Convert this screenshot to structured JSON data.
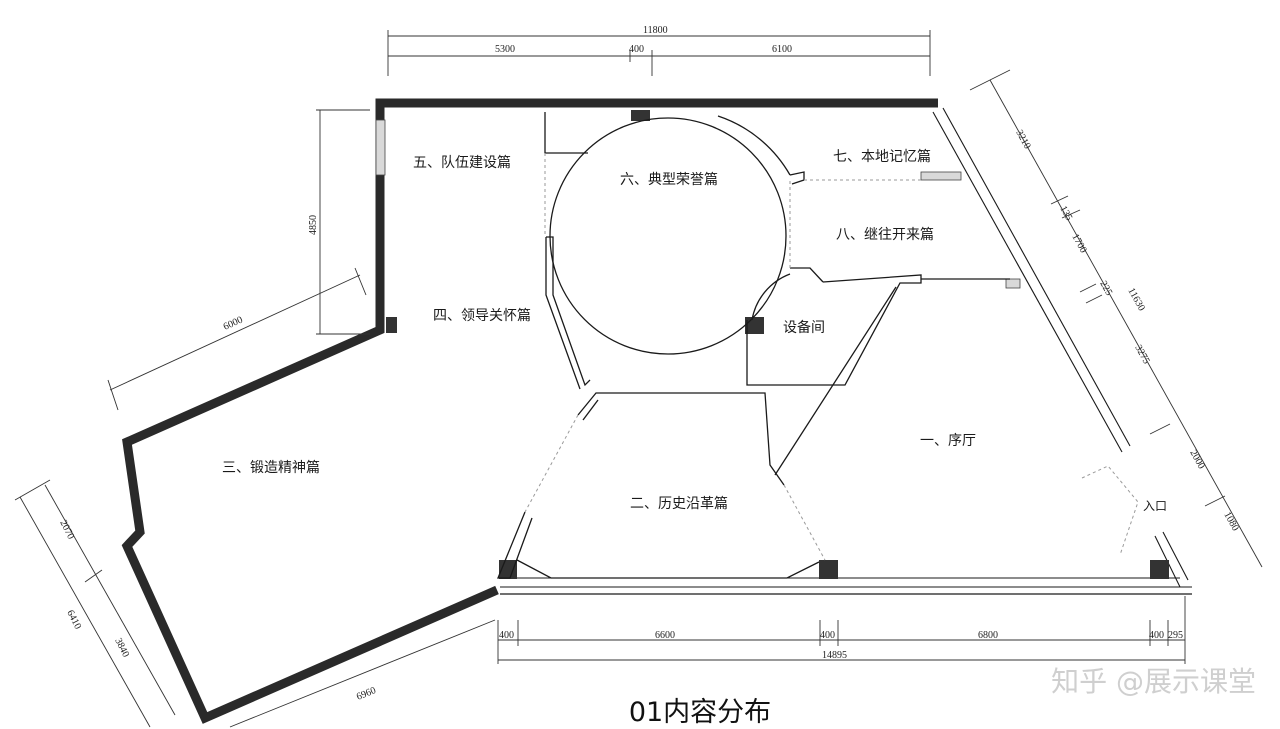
{
  "title": "01内容分布",
  "watermark": "知乎 @展示课堂",
  "rooms": [
    {
      "id": "r1",
      "label": "一、序厅"
    },
    {
      "id": "r2",
      "label": "二、历史沿革篇"
    },
    {
      "id": "r3",
      "label": "三、锻造精神篇"
    },
    {
      "id": "r4",
      "label": "四、领导关怀篇"
    },
    {
      "id": "r5",
      "label": "五、队伍建设篇"
    },
    {
      "id": "r6",
      "label": "六、典型荣誉篇"
    },
    {
      "id": "r7",
      "label": "七、本地记忆篇"
    },
    {
      "id": "r8",
      "label": "八、继往开来篇"
    },
    {
      "id": "equip",
      "label": "设备间"
    },
    {
      "id": "entry",
      "label": "入口"
    }
  ],
  "dimensions": {
    "top_total": "11800",
    "top_a": "5300",
    "top_b": "400",
    "top_c": "6100",
    "left_height": "4850",
    "left_diag": "6000",
    "bottom_total": "14895",
    "bottom_a": "400",
    "bottom_b": "6600",
    "bottom_c": "400",
    "bottom_d": "6800",
    "bottom_e": "400",
    "bottom_f": "295",
    "lower_left_diag": "6960",
    "left_outer": "6410",
    "left_a": "2070",
    "left_b": "3840",
    "right_a": "3210",
    "right_b": "135",
    "right_c": "1700",
    "right_d": "225",
    "right_total": "11630",
    "right_e": "3275",
    "right_f": "2000",
    "right_g": "1080"
  }
}
